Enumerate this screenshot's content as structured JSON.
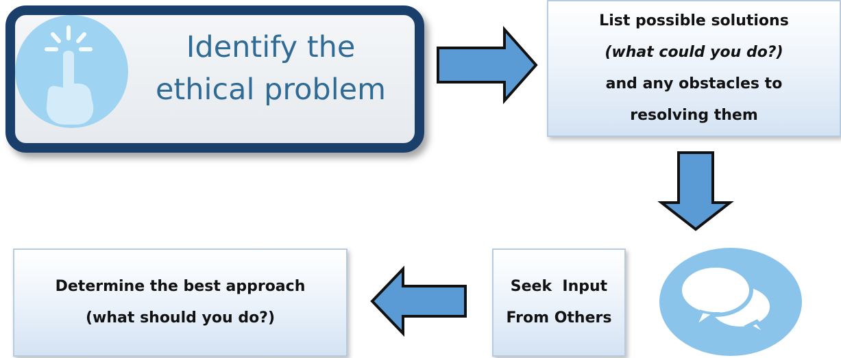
{
  "steps": {
    "identify": {
      "line1": "Identify the",
      "line2": "ethical problem",
      "icon": "tap-hand-icon"
    },
    "solutions": {
      "line1": "List possible solutions",
      "line2": "(what could you do?)",
      "line3": "and any obstacles to",
      "line4": "resolving them"
    },
    "seek_input": {
      "line1": "Seek  Input",
      "line2": "From Others",
      "icon": "chat-bubbles-icon"
    },
    "determine": {
      "line1": "Determine the best approach",
      "line2": "(what should you do?)"
    }
  },
  "colors": {
    "dark_navy": "#1b3f6b",
    "title_blue": "#2f6b94",
    "arrow_fill": "#5b9bd5",
    "light_circle": "#9fd3f2",
    "chat_circle": "#8ac4ea"
  },
  "arrows": [
    "arrow-right",
    "arrow-down",
    "arrow-left"
  ]
}
